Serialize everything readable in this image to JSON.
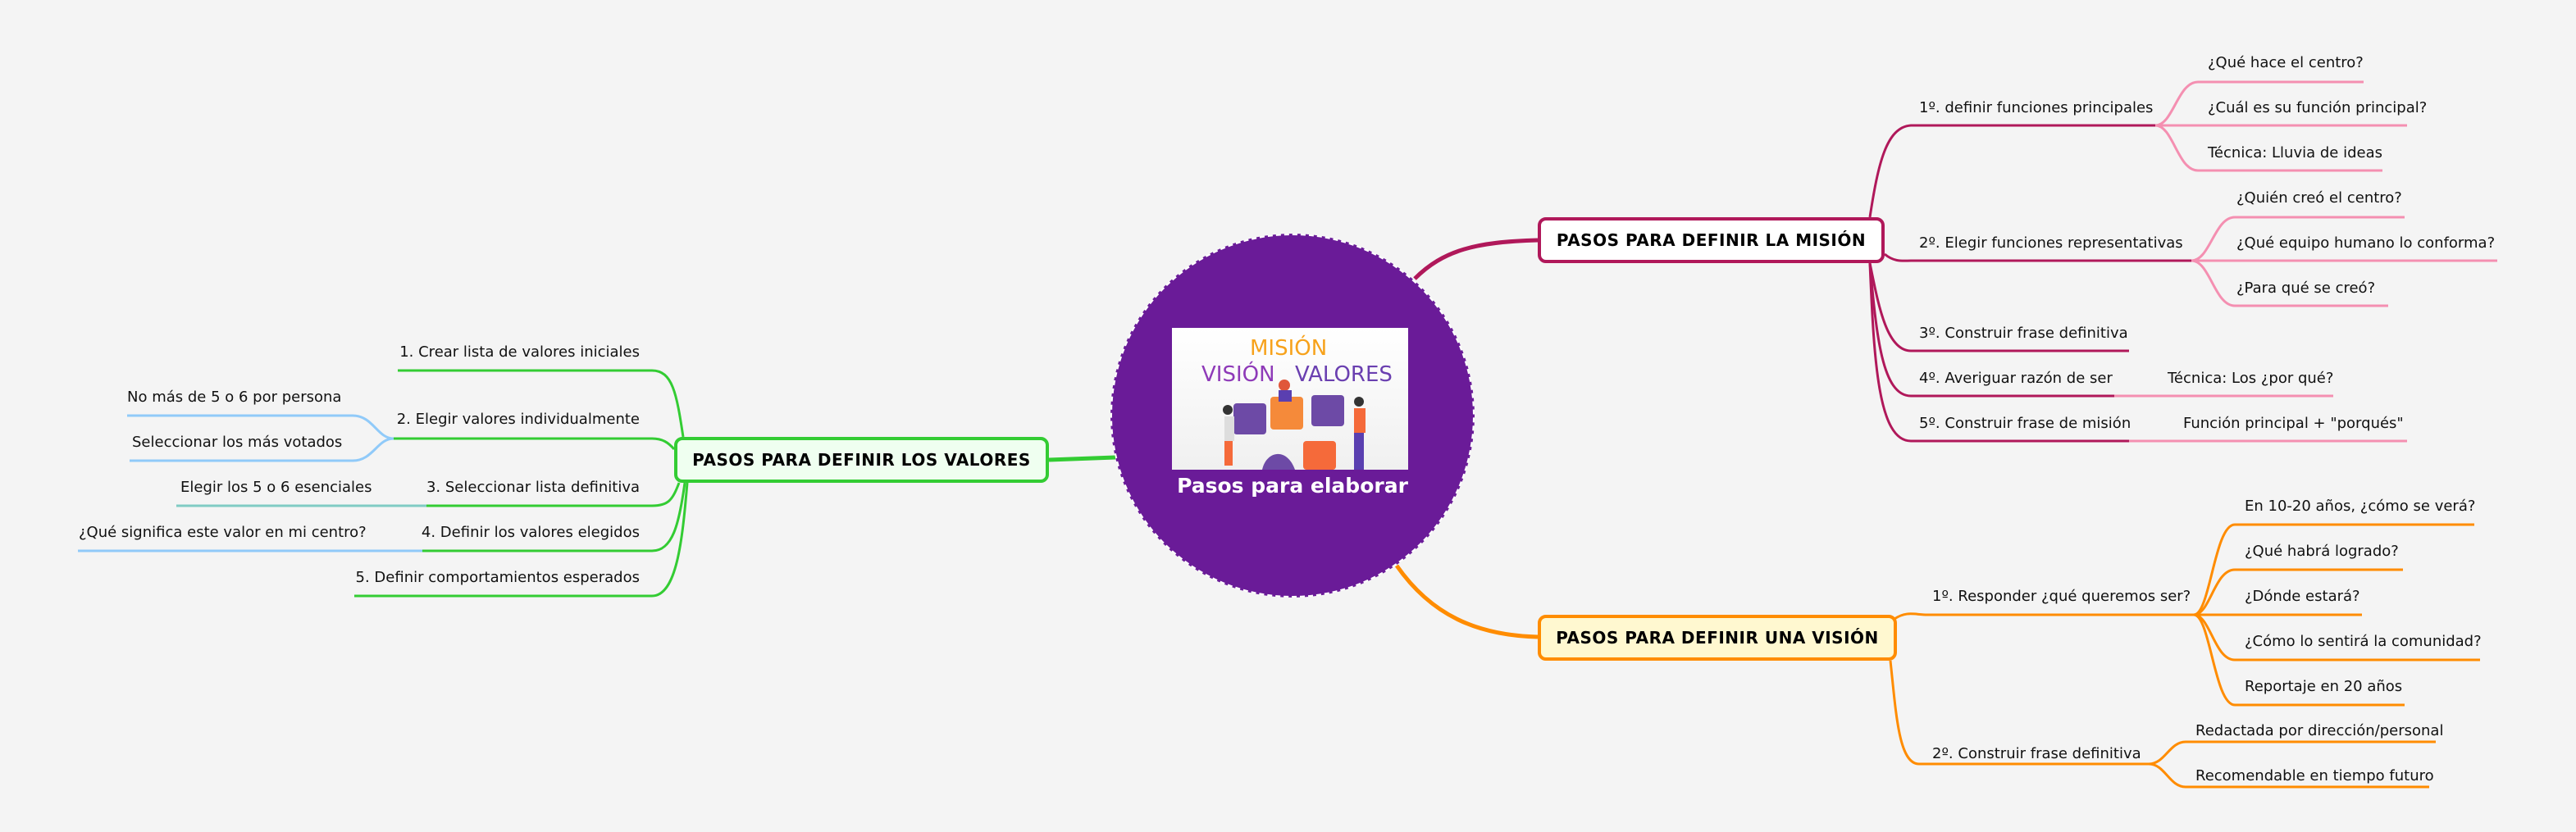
{
  "central_topic": {
    "title": "Pasos para elaborar",
    "image": {
      "words": [
        "MISIÓN",
        "VISIÓN",
        "VALORES"
      ],
      "description": "illustration-people-assembling-puzzle"
    },
    "fill_color": "#6a1b98"
  },
  "branches": {
    "mision": {
      "title": "PASOS PARA DEFINIR LA MISIÓN",
      "color": "#b0185a",
      "sub_color": "#f48fb1",
      "children": [
        {
          "label": "1º. definir funciones principales",
          "children": [
            "¿Qué hace el centro?",
            "¿Cuál es su función principal?",
            "Técnica: Lluvia de ideas"
          ]
        },
        {
          "label": "2º. Elegir funciones representativas",
          "children": [
            "¿Quién creó el centro?",
            "¿Qué equipo humano lo conforma?",
            "¿Para qué se creó?"
          ]
        },
        {
          "label": "3º. Construir frase definitiva",
          "children": []
        },
        {
          "label": "4º. Averiguar razón de ser",
          "children": [
            "Técnica: Los ¿por qué?"
          ]
        },
        {
          "label": "5º. Construir frase de misión",
          "children": [
            "Función principal + \"porqués\""
          ]
        }
      ]
    },
    "vision": {
      "title": "PASOS PARA DEFINIR UNA VISIÓN",
      "color": "#ff8c00",
      "children": [
        {
          "label": "1º. Responder ¿qué queremos ser?",
          "children": [
            "En 10-20 años, ¿cómo se verá?",
            "¿Qué habrá logrado?",
            "¿Dónde estará?",
            "¿Cómo lo sentirá la comunidad?",
            "Reportaje en 20 años"
          ]
        },
        {
          "label": "2º. Construir frase definitiva",
          "children": [
            "Redactada por dirección/personal",
            "Recomendable en tiempo futuro"
          ]
        }
      ]
    },
    "valores": {
      "title": "PASOS PARA DEFINIR LOS VALORES",
      "color": "#33cc33",
      "sub_color": "#90caf9",
      "sub_color_alt": "#80cbc4",
      "children": [
        {
          "label": "1. Crear lista de valores iniciales",
          "children": []
        },
        {
          "label": "2. Elegir valores individualmente",
          "children": [
            "No más de 5 o 6 por persona",
            "Seleccionar los más votados"
          ]
        },
        {
          "label": "3. Seleccionar lista definitiva",
          "children": [
            "Elegir los 5 o 6 esenciales"
          ]
        },
        {
          "label": "4. Definir los valores elegidos",
          "children": [
            "¿Qué significa este valor en mi centro?"
          ]
        },
        {
          "label": "5. Definir comportamientos esperados",
          "children": []
        }
      ]
    }
  }
}
